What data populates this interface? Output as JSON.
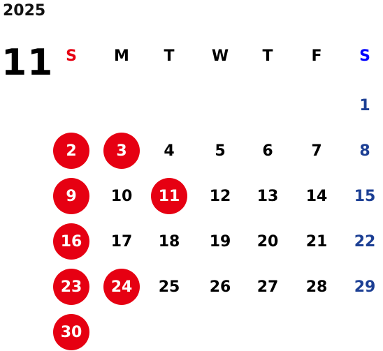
{
  "calendar": {
    "year": "2025",
    "month": "11",
    "first_weekday": 6,
    "weekdays": [
      {
        "label": "S",
        "color": "#e60012"
      },
      {
        "label": "M",
        "color": "#000000"
      },
      {
        "label": "T",
        "color": "#000000"
      },
      {
        "label": "W",
        "color": "#000000"
      },
      {
        "label": "T",
        "color": "#000000"
      },
      {
        "label": "F",
        "color": "#000000"
      },
      {
        "label": "S",
        "color": "#0000ff"
      }
    ],
    "days": [
      {
        "label": "1",
        "type": "saturday"
      },
      {
        "label": "2",
        "type": "holiday"
      },
      {
        "label": "3",
        "type": "holiday"
      },
      {
        "label": "4",
        "type": "weekday"
      },
      {
        "label": "5",
        "type": "weekday"
      },
      {
        "label": "6",
        "type": "weekday"
      },
      {
        "label": "7",
        "type": "weekday"
      },
      {
        "label": "8",
        "type": "saturday"
      },
      {
        "label": "9",
        "type": "holiday"
      },
      {
        "label": "10",
        "type": "weekday"
      },
      {
        "label": "11",
        "type": "holiday"
      },
      {
        "label": "12",
        "type": "weekday"
      },
      {
        "label": "13",
        "type": "weekday"
      },
      {
        "label": "14",
        "type": "weekday"
      },
      {
        "label": "15",
        "type": "saturday"
      },
      {
        "label": "16",
        "type": "holiday"
      },
      {
        "label": "17",
        "type": "weekday"
      },
      {
        "label": "18",
        "type": "weekday"
      },
      {
        "label": "19",
        "type": "weekday"
      },
      {
        "label": "20",
        "type": "weekday"
      },
      {
        "label": "21",
        "type": "weekday"
      },
      {
        "label": "22",
        "type": "saturday"
      },
      {
        "label": "23",
        "type": "holiday"
      },
      {
        "label": "24",
        "type": "holiday"
      },
      {
        "label": "25",
        "type": "weekday"
      },
      {
        "label": "26",
        "type": "weekday"
      },
      {
        "label": "27",
        "type": "weekday"
      },
      {
        "label": "28",
        "type": "weekday"
      },
      {
        "label": "29",
        "type": "saturday"
      },
      {
        "label": "30",
        "type": "holiday"
      }
    ],
    "colors": {
      "holiday_circle": "#e60012",
      "holiday_text": "#ffffff",
      "weekday_text": "#000000",
      "saturday_text": "#1c3f94"
    }
  }
}
